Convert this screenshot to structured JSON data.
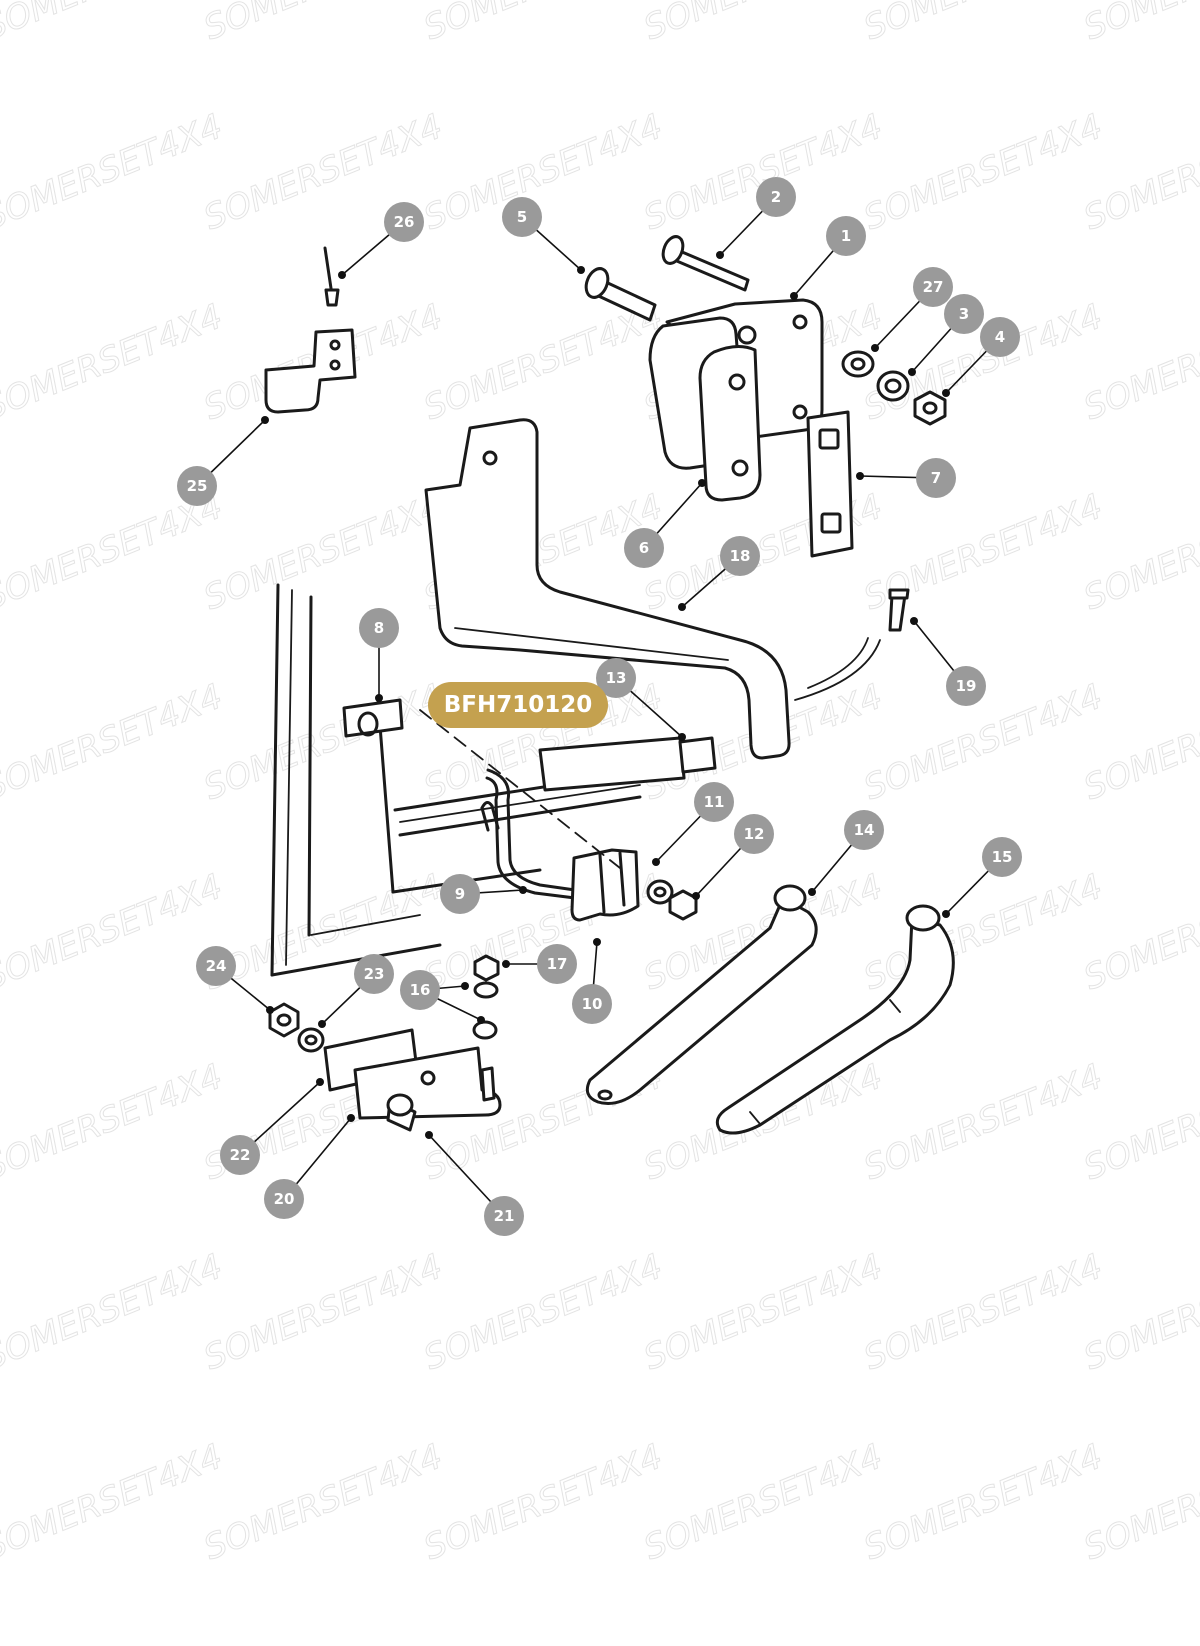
{
  "watermark": "SOMERSET4X4",
  "part_number": "BFH710120",
  "callouts": [
    "1",
    "2",
    "3",
    "4",
    "5",
    "6",
    "7",
    "8",
    "9",
    "10",
    "11",
    "12",
    "13",
    "14",
    "15",
    "16",
    "17",
    "19",
    "18",
    "20",
    "21",
    "22",
    "23",
    "24",
    "25",
    "26",
    "27"
  ],
  "colors": {
    "badge": "#9a9a9a",
    "part_number_bg": "#c4a14f",
    "line": "#1a1a1a"
  }
}
